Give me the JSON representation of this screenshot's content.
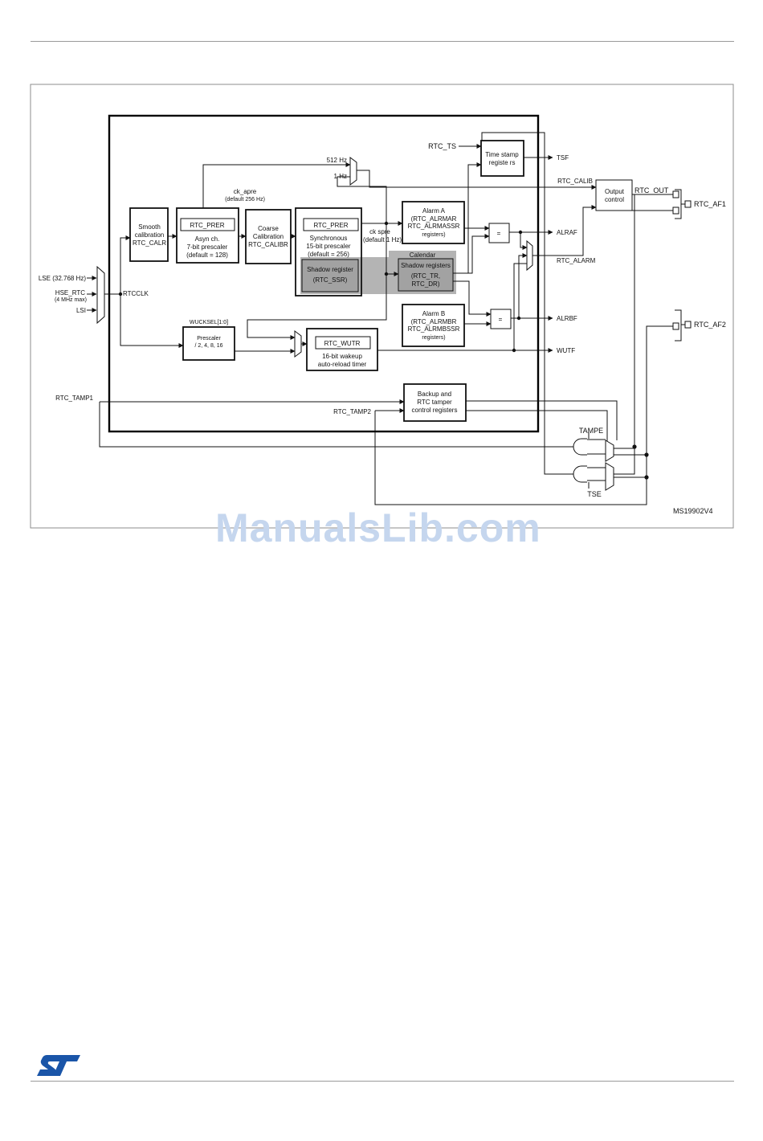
{
  "figure_id": "MS19902V4",
  "watermark": "ManualsLib.com",
  "logo_text": "ST",
  "inputs": {
    "lse": "LSE (32.768 Hz)",
    "hse_line1": "HSE_RTC",
    "hse_line2": "(4 MHz max)",
    "lsi": "LSI",
    "rtcclk": "RTCCLK",
    "rtc_ts": "RTC_TS",
    "rtc_tamp1": "RTC_TAMP1",
    "rtc_tamp2": "RTC_TAMP2"
  },
  "blocks": {
    "smooth_cal": [
      "Smooth",
      "calibration",
      "RTC_CALR"
    ],
    "async_reg": "RTC_PRER",
    "async_desc": [
      "Asyn ch.",
      "7-bit prescaler",
      "(default = 128)"
    ],
    "coarse_cal": [
      "Coarse",
      "Calibration",
      "RTC_CALIBR"
    ],
    "sync_reg": "RTC_PRER",
    "sync_desc": [
      "Synchronous",
      "15-bit prescaler",
      "(default = 256)"
    ],
    "shadow_ssr": [
      "Shadow register",
      "(RTC_SSR)"
    ],
    "calendar_title": "Calendar",
    "calendar_shadow": [
      "Shadow registers",
      "(RTC_TR,",
      "RTC_DR)"
    ],
    "alarm_a": [
      "Alarm A",
      "(RTC_ALRMAR",
      "RTC_ALRMASSR",
      "registers)"
    ],
    "alarm_b": [
      "Alarm B",
      "(RTC_ALRMBR",
      "RTC_ALRMBSSR",
      "registers)"
    ],
    "timestamp": [
      "Time stamp",
      "registe rs"
    ],
    "output_ctrl": [
      "Output",
      "control"
    ],
    "wucksel": "WUCKSEL[1:0]",
    "prescaler": [
      "Prescaler",
      "/ 2, 4, 8, 16"
    ],
    "wutr_reg": "RTC_WUTR",
    "wutr_desc": [
      "16-bit wakeup",
      "auto-reload timer"
    ],
    "backup": [
      "Backup and",
      "RTC tamper",
      "control registers"
    ],
    "comparator": "="
  },
  "signals": {
    "f512": "512 Hz",
    "f1": "1 Hz",
    "ck_apre_1": "ck_apre",
    "ck_apre_2": "(default 256 Hz)",
    "ck_spre_1": "ck  spre",
    "ck_spre_2": "(default 1 Hz)",
    "tsf": "TSF",
    "rtc_calib": "RTC_CALIB",
    "rtc_out": "RTC_OUT",
    "rtc_af1": "RTC_AF1",
    "alraf": "ALRAF",
    "rtc_alarm": "RTC_ALARM",
    "alrbf": "ALRBF",
    "wutf": "WUTF",
    "rtc_af2": "RTC_AF2",
    "tampe": "TAMPE",
    "tse": "TSE"
  },
  "colors": {
    "shade": "#b4b4b4",
    "shade_dark": "#a2a2a2",
    "accent": "#1a55a8",
    "watermark": "#c5d6ee"
  }
}
